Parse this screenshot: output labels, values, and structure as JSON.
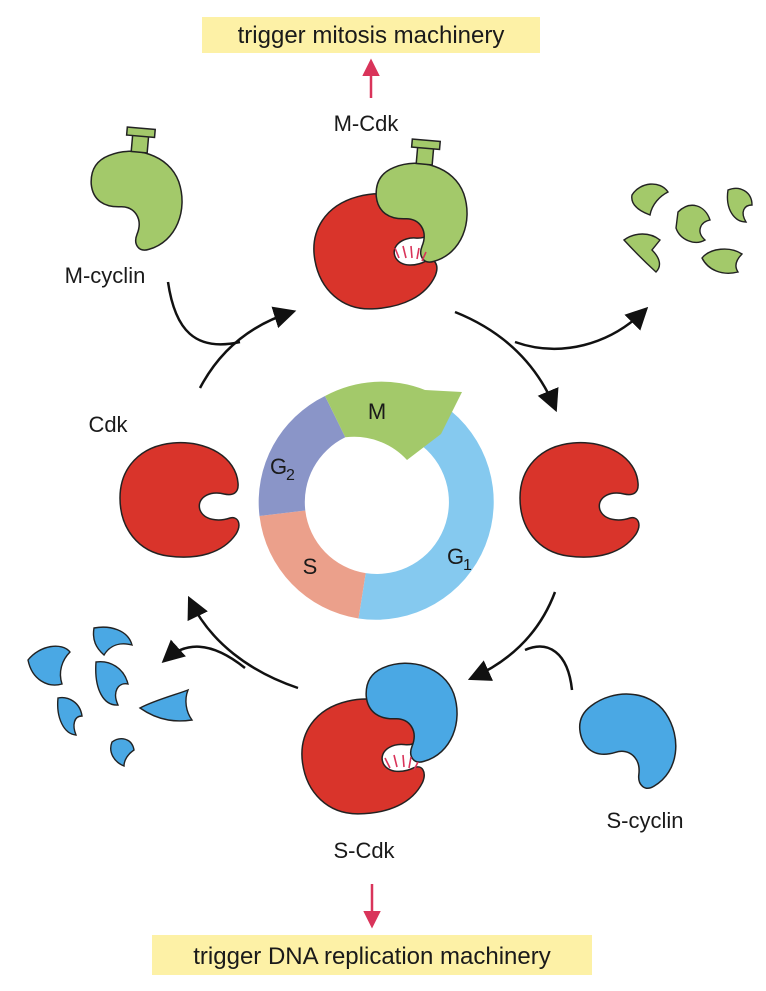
{
  "banners": {
    "top": "trigger mitosis machinery",
    "bottom": "trigger DNA replication machinery"
  },
  "labels": {
    "m_cdk": "M-Cdk",
    "m_cyclin": "M-cyclin",
    "cdk": "Cdk",
    "s_cdk": "S-Cdk",
    "s_cyclin": "S-cyclin"
  },
  "phases": {
    "m": "M",
    "g1": "G",
    "g1_sub": "1",
    "g2": "G",
    "g2_sub": "2",
    "s": "S"
  },
  "colors": {
    "cdk_red": "#d9342b",
    "m_cyclin_green": "#a3c96a",
    "s_cyclin_blue": "#4aa8e4",
    "phase_m": "#a3c96a",
    "phase_g1": "#85c9ef",
    "phase_s": "#eba08b",
    "phase_g2": "#8a95c8",
    "banner_yellow": "#fdf1a6",
    "trigger_arrow": "#d9345a"
  }
}
